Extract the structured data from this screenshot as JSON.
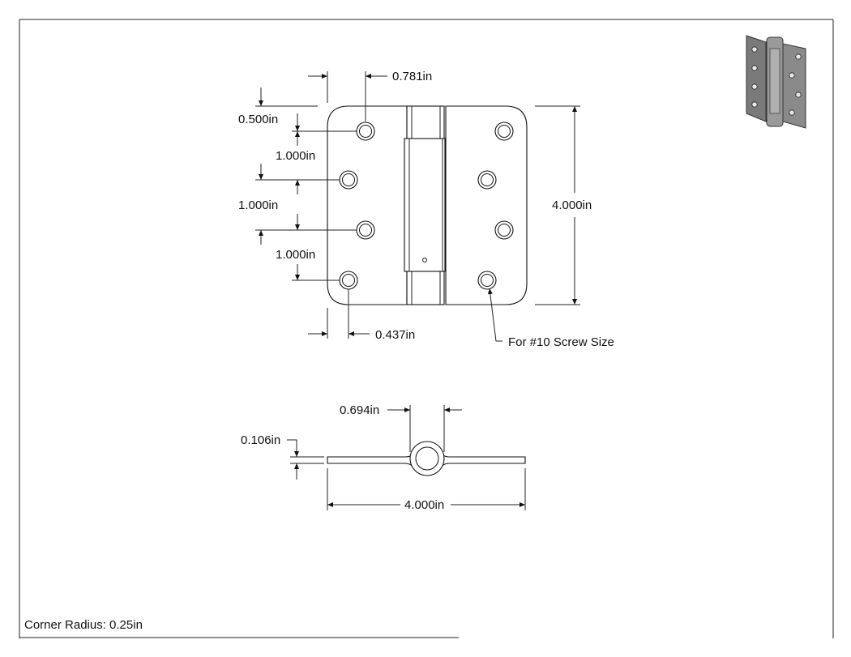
{
  "drawing": {
    "title_note": "Corner Radius: 0.25in",
    "thumbnail": "hinge-3d-preview"
  },
  "front_view": {
    "dims": {
      "hole_top_offset": "0.781in",
      "top_margin": "0.500in",
      "spacing_1": "1.000in",
      "spacing_2": "1.000in",
      "spacing_3": "1.000in",
      "overall_height": "4.000in",
      "hole_side_offset": "0.437in"
    },
    "callout": "For #10 Screw Size"
  },
  "edge_view": {
    "dims": {
      "knuckle_diameter": "0.694in",
      "leaf_thickness": "0.106in",
      "overall_width": "4.000in"
    }
  }
}
